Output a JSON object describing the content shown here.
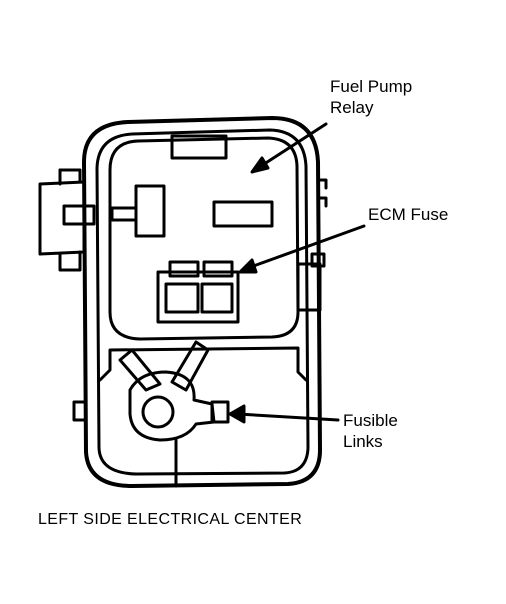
{
  "labels": {
    "fuel_pump_relay": [
      "Fuel Pump",
      "Relay"
    ],
    "ecm_fuse": "ECM Fuse",
    "fusible_links": [
      "Fusible",
      "Links"
    ]
  },
  "caption": "LEFT SIDE ELECTRICAL CENTER",
  "colors": {
    "line": "#000000",
    "background": "#ffffff"
  }
}
